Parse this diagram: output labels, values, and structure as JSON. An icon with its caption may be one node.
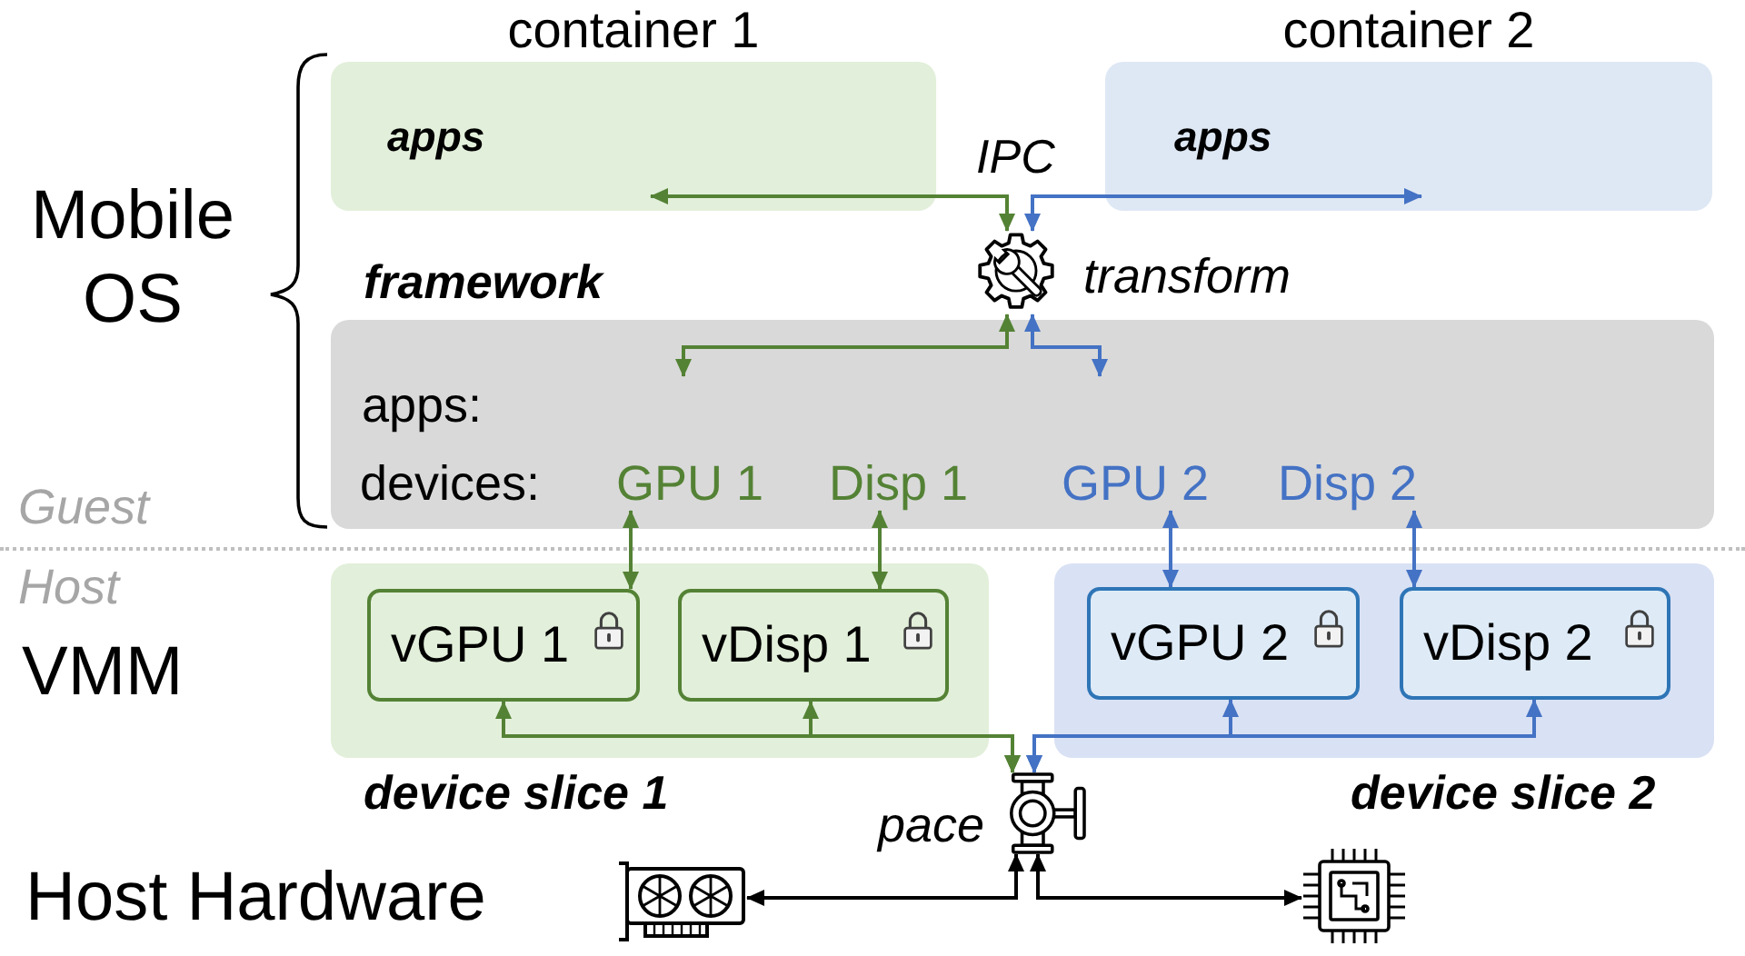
{
  "diagram": {
    "nodes": [
      {
        "text": [
          "container 1",
          "apps"
        ]
      },
      {
        "text": [
          "container 2",
          "apps"
        ]
      },
      {
        "text": [],
        "shape": "picture",
        "beside": [
          "transform"
        ]
      },
      {
        "text": [
          "framework",
          "apps:",
          "devices:"
        ]
      },
      {
        "text": [
          "GPU 1"
        ],
        "in": 3
      },
      {
        "text": [
          "Disp 1"
        ],
        "in": 3
      },
      {
        "text": [
          "GPU 2"
        ],
        "in": 3
      },
      {
        "text": [
          "Disp 2"
        ],
        "in": 3
      },
      {
        "text": [
          "device slice 1"
        ]
      },
      {
        "text": [
          "vGPU 1"
        ],
        "in": 8
      },
      {
        "text": [
          "vDisp 1"
        ],
        "in": 8
      },
      {
        "text": [
          "device slice 2"
        ]
      },
      {
        "text": [
          "vGPU 2"
        ],
        "in": 11
      },
      {
        "text": [
          "vDisp 2"
        ],
        "in": 11
      },
      {
        "text": [],
        "shape": "picture",
        "beside": [
          "pace"
        ]
      },
      {
        "text": [],
        "shape": "picture"
      },
      {
        "text": [],
        "shape": "picture"
      }
    ],
    "edges": [
      {
        "from": 2,
        "to": 0,
        "arrow": "both",
        "color": "#548235"
      },
      {
        "from": 2,
        "to": 1,
        "arrow": "both",
        "color": "#4472c4"
      },
      {
        "from": 2,
        "to": null,
        "arrow": "both",
        "color": "#548235"
      },
      {
        "from": 2,
        "to": null,
        "arrow": "both",
        "color": "#4472c4"
      },
      {
        "from": 4,
        "to": 9,
        "arrow": "both",
        "color": "#548235"
      },
      {
        "from": 5,
        "to": 10,
        "arrow": "both",
        "color": "#548235"
      },
      {
        "from": 6,
        "to": 12,
        "arrow": "both",
        "color": "#4472c4"
      },
      {
        "from": 7,
        "to": 13,
        "arrow": "both",
        "color": "#4472c4"
      },
      {
        "from": 9,
        "to": 14,
        "arrow": "both",
        "color": "#548235"
      },
      {
        "from": 10,
        "to": 14,
        "arrow": "both",
        "color": "#548235"
      },
      {
        "from": 12,
        "to": 14,
        "arrow": "both",
        "color": "#4472c4"
      },
      {
        "from": 13,
        "to": 14,
        "arrow": "both",
        "color": "#4472c4"
      },
      {
        "from": 14,
        "to": 15,
        "arrow": "both",
        "color": "#000000"
      },
      {
        "from": 14,
        "to": 16,
        "arrow": "both",
        "color": "#000000"
      }
    ],
    "labels": [
      "IPC",
      "Mobile OS",
      "Guest",
      "Host",
      "VMM",
      "Host Hardware"
    ]
  }
}
